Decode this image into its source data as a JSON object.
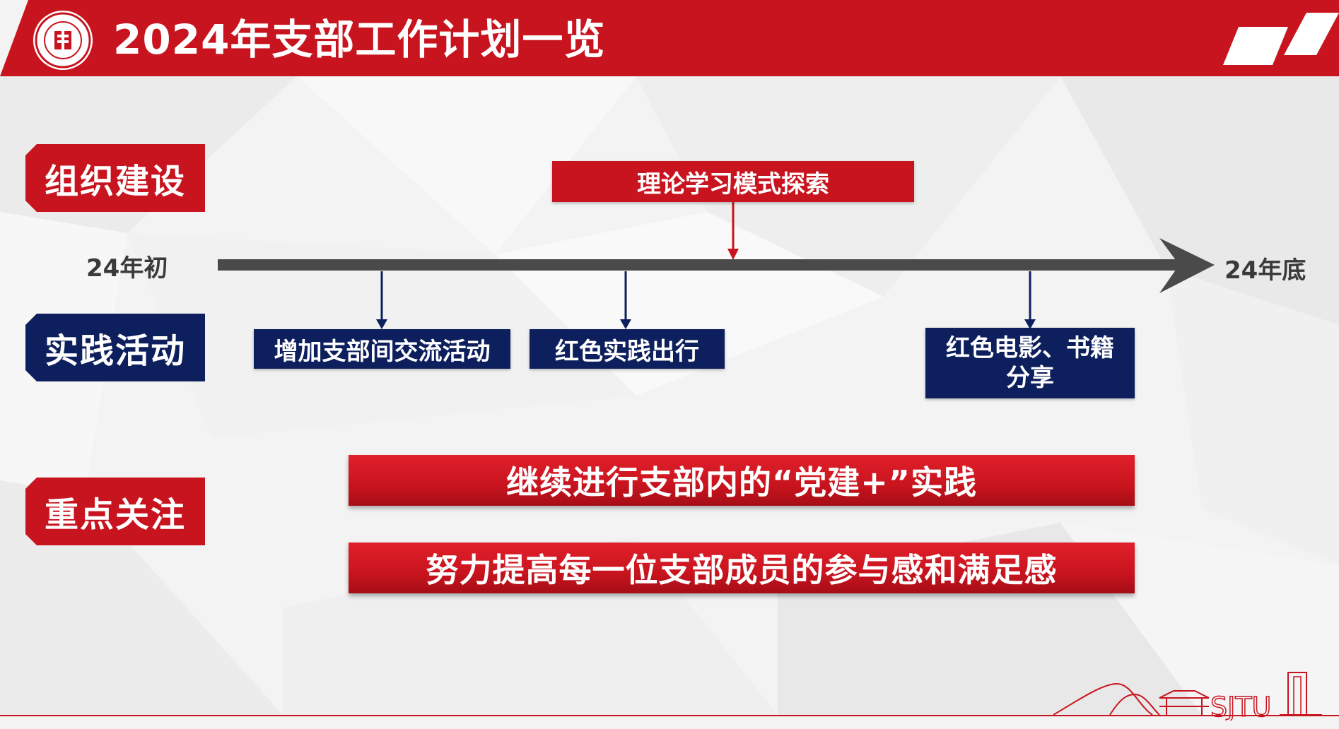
{
  "header": {
    "title": "2024年支部工作计划一览",
    "logo_icon": "university-seal-icon"
  },
  "sections": {
    "organization": "组织建设",
    "practice": "实践活动",
    "focus": "重点关注"
  },
  "timeline": {
    "start_label": "24年初",
    "end_label": "24年底"
  },
  "events": {
    "theory_study": "理论学习模式探索",
    "exchange": "增加支部间交流活动",
    "red_trip": "红色实践出行",
    "share_line1": "红色电影、书籍",
    "share_line2": "分享"
  },
  "focus_items": {
    "item1": "继续进行支部内的“党建+”实践",
    "item2": "努力提高每一位支部成员的参与感和满足感"
  },
  "footer": {
    "brand": "SJTU"
  },
  "colors": {
    "red": "#c8141e",
    "navy": "#0d1f5c",
    "arrow": "#4a4a4a"
  }
}
